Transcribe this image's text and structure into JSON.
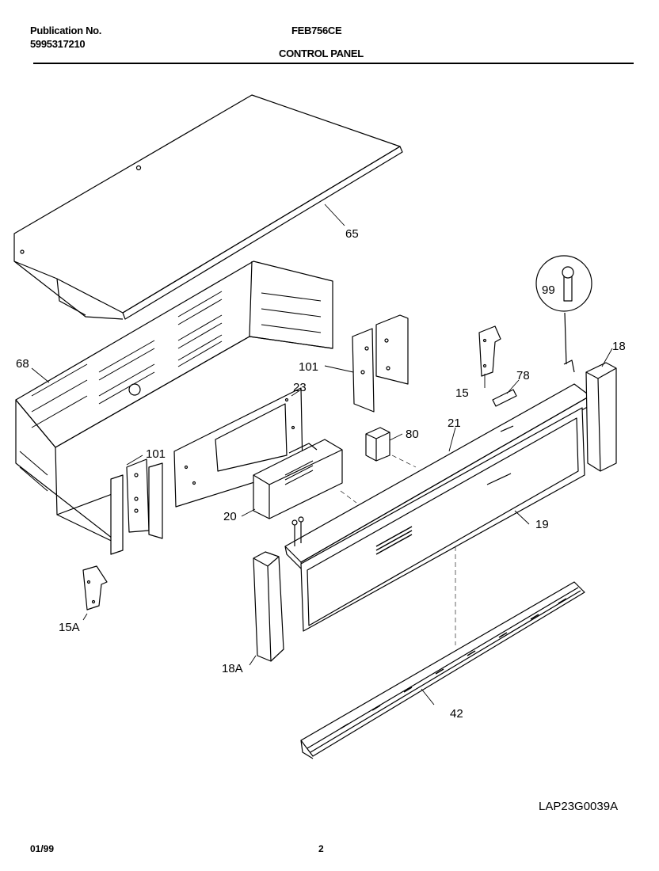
{
  "header": {
    "publication_label": "Publication No.",
    "publication_number": "5995317210",
    "model": "FEB756CE",
    "section_title": "CONTROL PANEL"
  },
  "callouts": {
    "c65": "65",
    "c68": "68",
    "c101a": "101",
    "c101b": "101",
    "c23": "23",
    "c15": "15",
    "c78": "78",
    "c99": "99",
    "c18": "18",
    "c21": "21",
    "c80": "80",
    "c20": "20",
    "c19": "19",
    "c15A": "15A",
    "c18A": "18A",
    "c42": "42"
  },
  "footer": {
    "drawing_code": "LAP23G0039A",
    "date": "01/99",
    "page": "2"
  }
}
